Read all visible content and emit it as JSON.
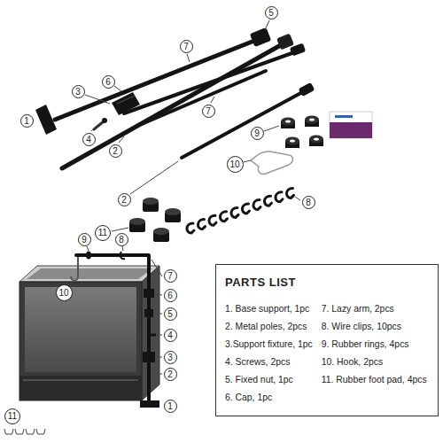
{
  "diagram": {
    "nodes": [
      {
        "text": [
          "PARTS LIST",
          "1. Base support, 1pc",
          "2. Metal poles, 2pcs",
          "3.Support fixture, 1pc",
          "4. Screws, 2pcs",
          "5. Fixed nut, 1pc",
          "6. Cap, 1pc",
          "7. Lazy arm, 2pcs",
          "8. Wire clips, 10pcs",
          "9. Rubber rings, 4pcs",
          "10. Hook, 2pcs",
          "11. Rubber foot pad, 4pcs"
        ]
      }
    ],
    "labels": [
      "5",
      "7",
      "6",
      "3",
      "7",
      "1",
      "9",
      "4",
      "2",
      "10",
      "2",
      "8",
      "11",
      "9",
      "8",
      "7",
      "10",
      "6",
      "5",
      "4",
      "3",
      "2",
      "1",
      "11"
    ]
  }
}
